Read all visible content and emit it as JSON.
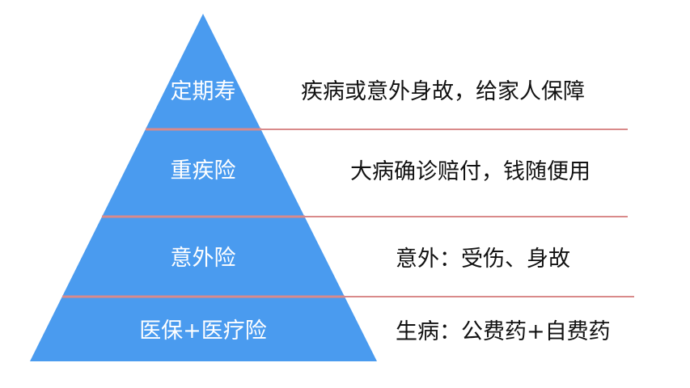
{
  "colors": {
    "pyramid_fill": "#4a9bef",
    "separator": "#d98a8a",
    "label_text": "#ffffff",
    "desc_text": "#111111"
  },
  "tiers": [
    {
      "label": "定期寿",
      "description": "疾病或意外身故，给家人保障"
    },
    {
      "label": "重疾险",
      "description": "大病确诊赔付，钱随便用"
    },
    {
      "label": "意外险",
      "description": "意外：受伤、身故"
    },
    {
      "label": "医保+医疗险",
      "description": "生病：公费药+自费药"
    }
  ]
}
